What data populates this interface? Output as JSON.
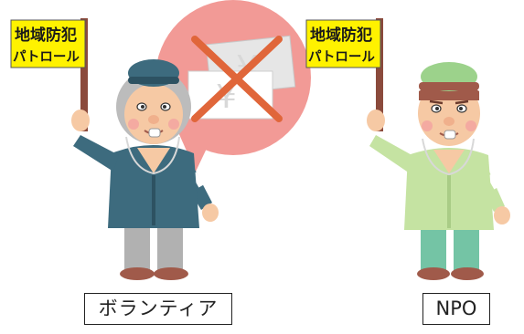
{
  "left_figure": {
    "sign_line1": "地域防犯",
    "sign_line2": "パトロール",
    "caption": "ボランティア"
  },
  "right_figure": {
    "sign_line1": "地域防犯",
    "sign_line2": "パトロール",
    "caption": "NPO"
  },
  "speech_bubble": {
    "currency_symbol_front": "¥",
    "currency_symbol_back": "¥"
  },
  "colors": {
    "sign_yellow": "#fff200",
    "sign_pole": "#8b4a3c",
    "bubble_pink": "#f29a96",
    "cross_mark": "#e0663a",
    "volunteer_jacket": "#3d6b7e",
    "volunteer_pants": "#b1b1b1",
    "npo_jacket": "#c5e3a2",
    "npo_pants": "#74c4a5",
    "cap_green": "#9cd28b"
  }
}
